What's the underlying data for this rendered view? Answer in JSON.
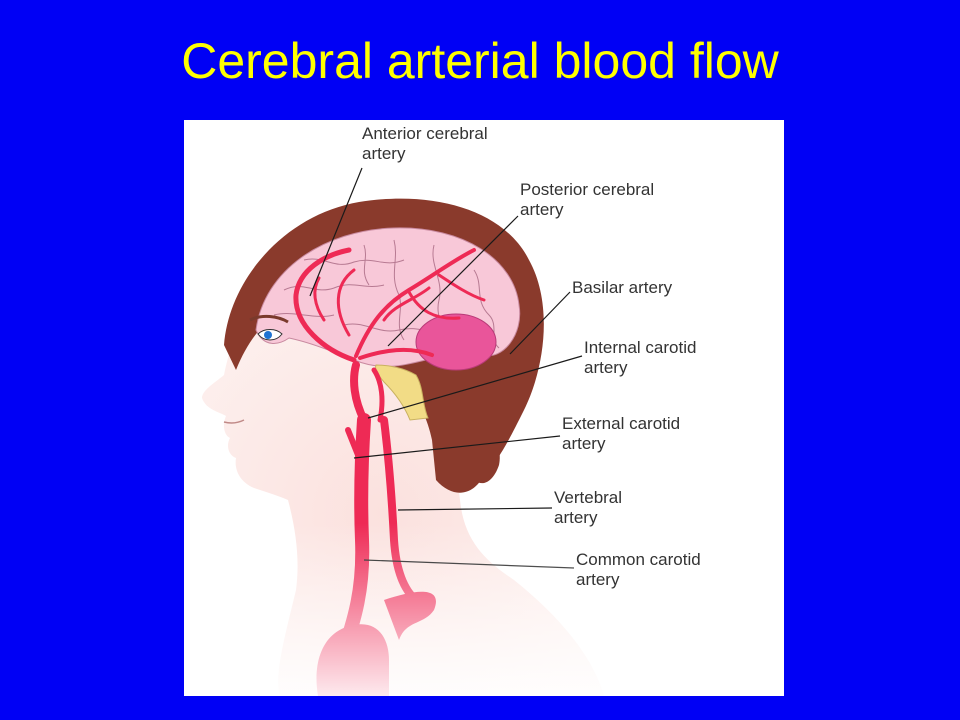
{
  "slide": {
    "title": "Cerebral arterial blood flow",
    "background_color": "#0000f5",
    "title_color": "#ffff00"
  },
  "figure": {
    "labels": [
      {
        "line1": "Anterior cerebral",
        "line2": "artery"
      },
      {
        "line1": "Posterior cerebral",
        "line2": "artery"
      },
      {
        "line1": "Basilar artery"
      },
      {
        "line1": "Internal carotid",
        "line2": "artery"
      },
      {
        "line1": "External carotid",
        "line2": "artery"
      },
      {
        "line1": "Vertebral",
        "line2": "artery"
      },
      {
        "line1": "Common carotid",
        "line2": "artery"
      }
    ],
    "colors": {
      "artery": "#ee2a55",
      "brain": "#f8c8d8",
      "cerebellum": "#e9559a",
      "brainstem": "#f2dc86",
      "hair": "#8a3a2c",
      "skin": "#fbe3e0"
    }
  }
}
